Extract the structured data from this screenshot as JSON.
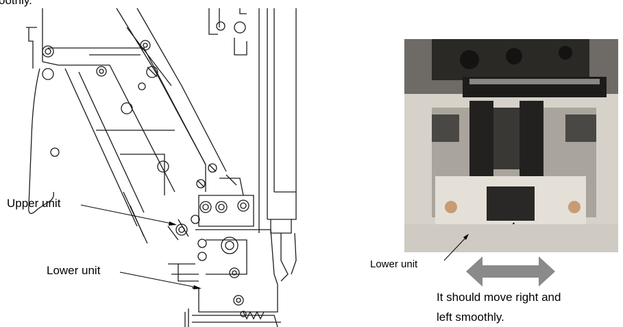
{
  "document": {
    "top_text": "oothly.",
    "upper_unit_label": "Upper unit",
    "lower_unit_label_drawing": "Lower unit",
    "lower_unit_label_photo": "Lower unit",
    "caption_line1": "It should move right and",
    "caption_line2": "left smoothly."
  },
  "colors": {
    "line": "#1a1a1a",
    "arrow": "#8a8a8a",
    "photo_bg": "#d8d4cc",
    "metal": "#b8b4ac",
    "dark_part": "#2a2826"
  }
}
